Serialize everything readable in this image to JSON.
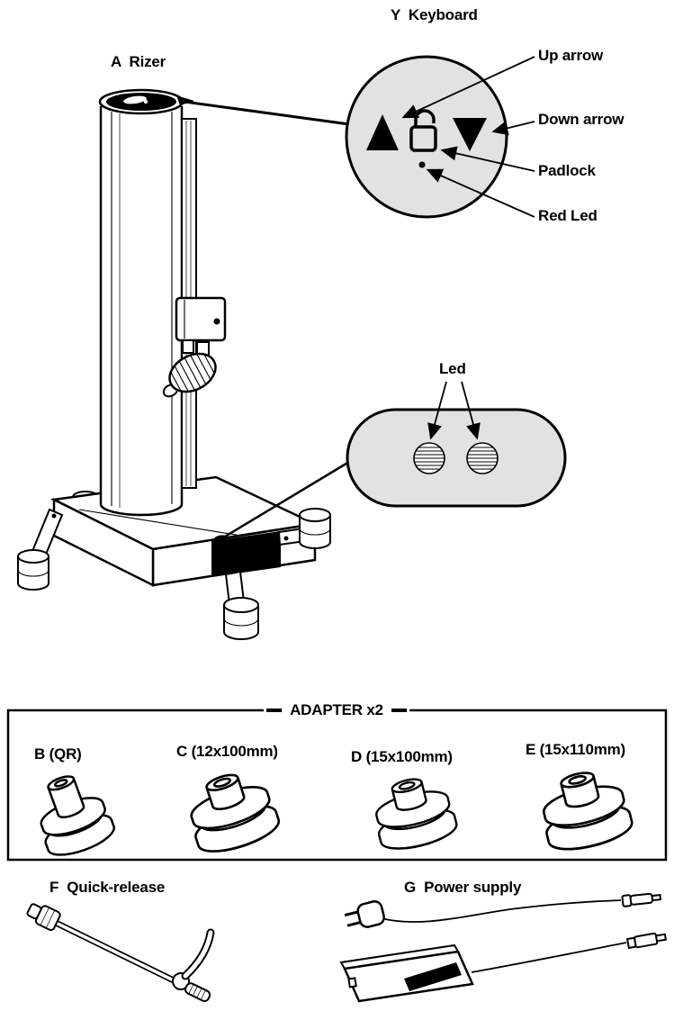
{
  "figure": {
    "background": "#ffffff",
    "line_color": "#000000",
    "callout_fill": "#e2e2e2"
  },
  "rizer": {
    "label": "A  Rizer"
  },
  "keyboard": {
    "label": "Y  Keyboard",
    "callouts": [
      {
        "label": "Up arrow"
      },
      {
        "label": "Down arrow"
      },
      {
        "label": "Padlock"
      },
      {
        "label": "Red Led"
      }
    ]
  },
  "led": {
    "label": "Led"
  },
  "adapter_box": {
    "title": "ADAPTER x2",
    "items": [
      {
        "label": "B (QR)"
      },
      {
        "label": "C (12x100mm)"
      },
      {
        "label": "D (15x100mm)"
      },
      {
        "label": "E (15x110mm)"
      }
    ]
  },
  "quick_release": {
    "label": "F  Quick-release"
  },
  "power_supply": {
    "label": "G  Power supply"
  }
}
